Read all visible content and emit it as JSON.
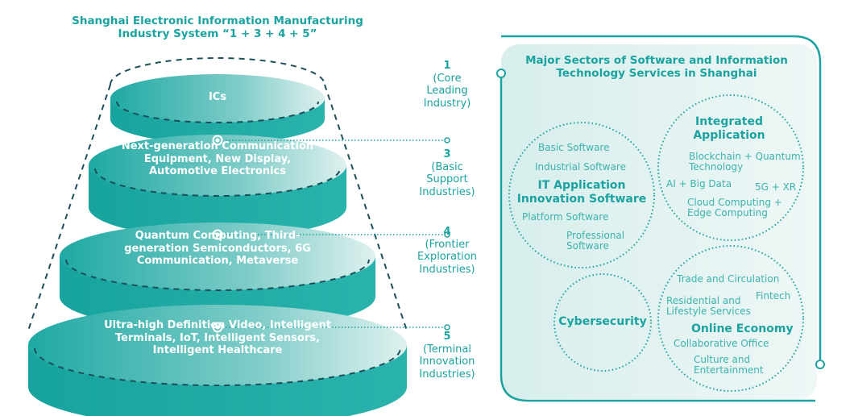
{
  "left": {
    "title": "Shanghai Electronic Information Manufacturing Industry System “1 + 3 + 4 + 5”",
    "tiers": [
      {
        "text": "ICs",
        "number": "1",
        "label": "(Core Leading Industry)"
      },
      {
        "text": "Next-generation Communication Equipment, New Display, Automotive Electronics",
        "number": "3",
        "label": "(Basic Support Industries)"
      },
      {
        "text": "Quantum Computing, Third-generation Semiconductors, 6G Communication, Metaverse",
        "number": "4",
        "label": "(Frontier Exploration Industries)"
      },
      {
        "text": "Ultra-high Definition Video, Intelligent Terminals, IoT, Intelligent Sensors, Intelligent Healthcare",
        "number": "5",
        "label": "(Terminal Innovation Industries)"
      }
    ]
  },
  "right": {
    "title": "Major Sectors of Software and Information Technology Services in Shanghai",
    "it": {
      "title": "IT Application Innovation Software",
      "items": [
        "Basic Software",
        "Industrial Software",
        "Platform Software",
        "Professional Software"
      ]
    },
    "integrated": {
      "title": "Integrated Application",
      "items": [
        "Blockchain + Quantum Technology",
        "AI + Big Data",
        "5G + XR",
        "Cloud Computing + Edge Computing"
      ]
    },
    "cyber": {
      "title": "Cybersecurity"
    },
    "online": {
      "title": "Online Economy",
      "items": [
        "Trade and Circulation",
        "Fintech",
        "Residential and Lifestyle Services",
        "Collaborative Office",
        "Culture and Entertainment"
      ]
    }
  },
  "colors": {
    "teal": "#1aa3a0",
    "light": "#e6f4f3"
  }
}
